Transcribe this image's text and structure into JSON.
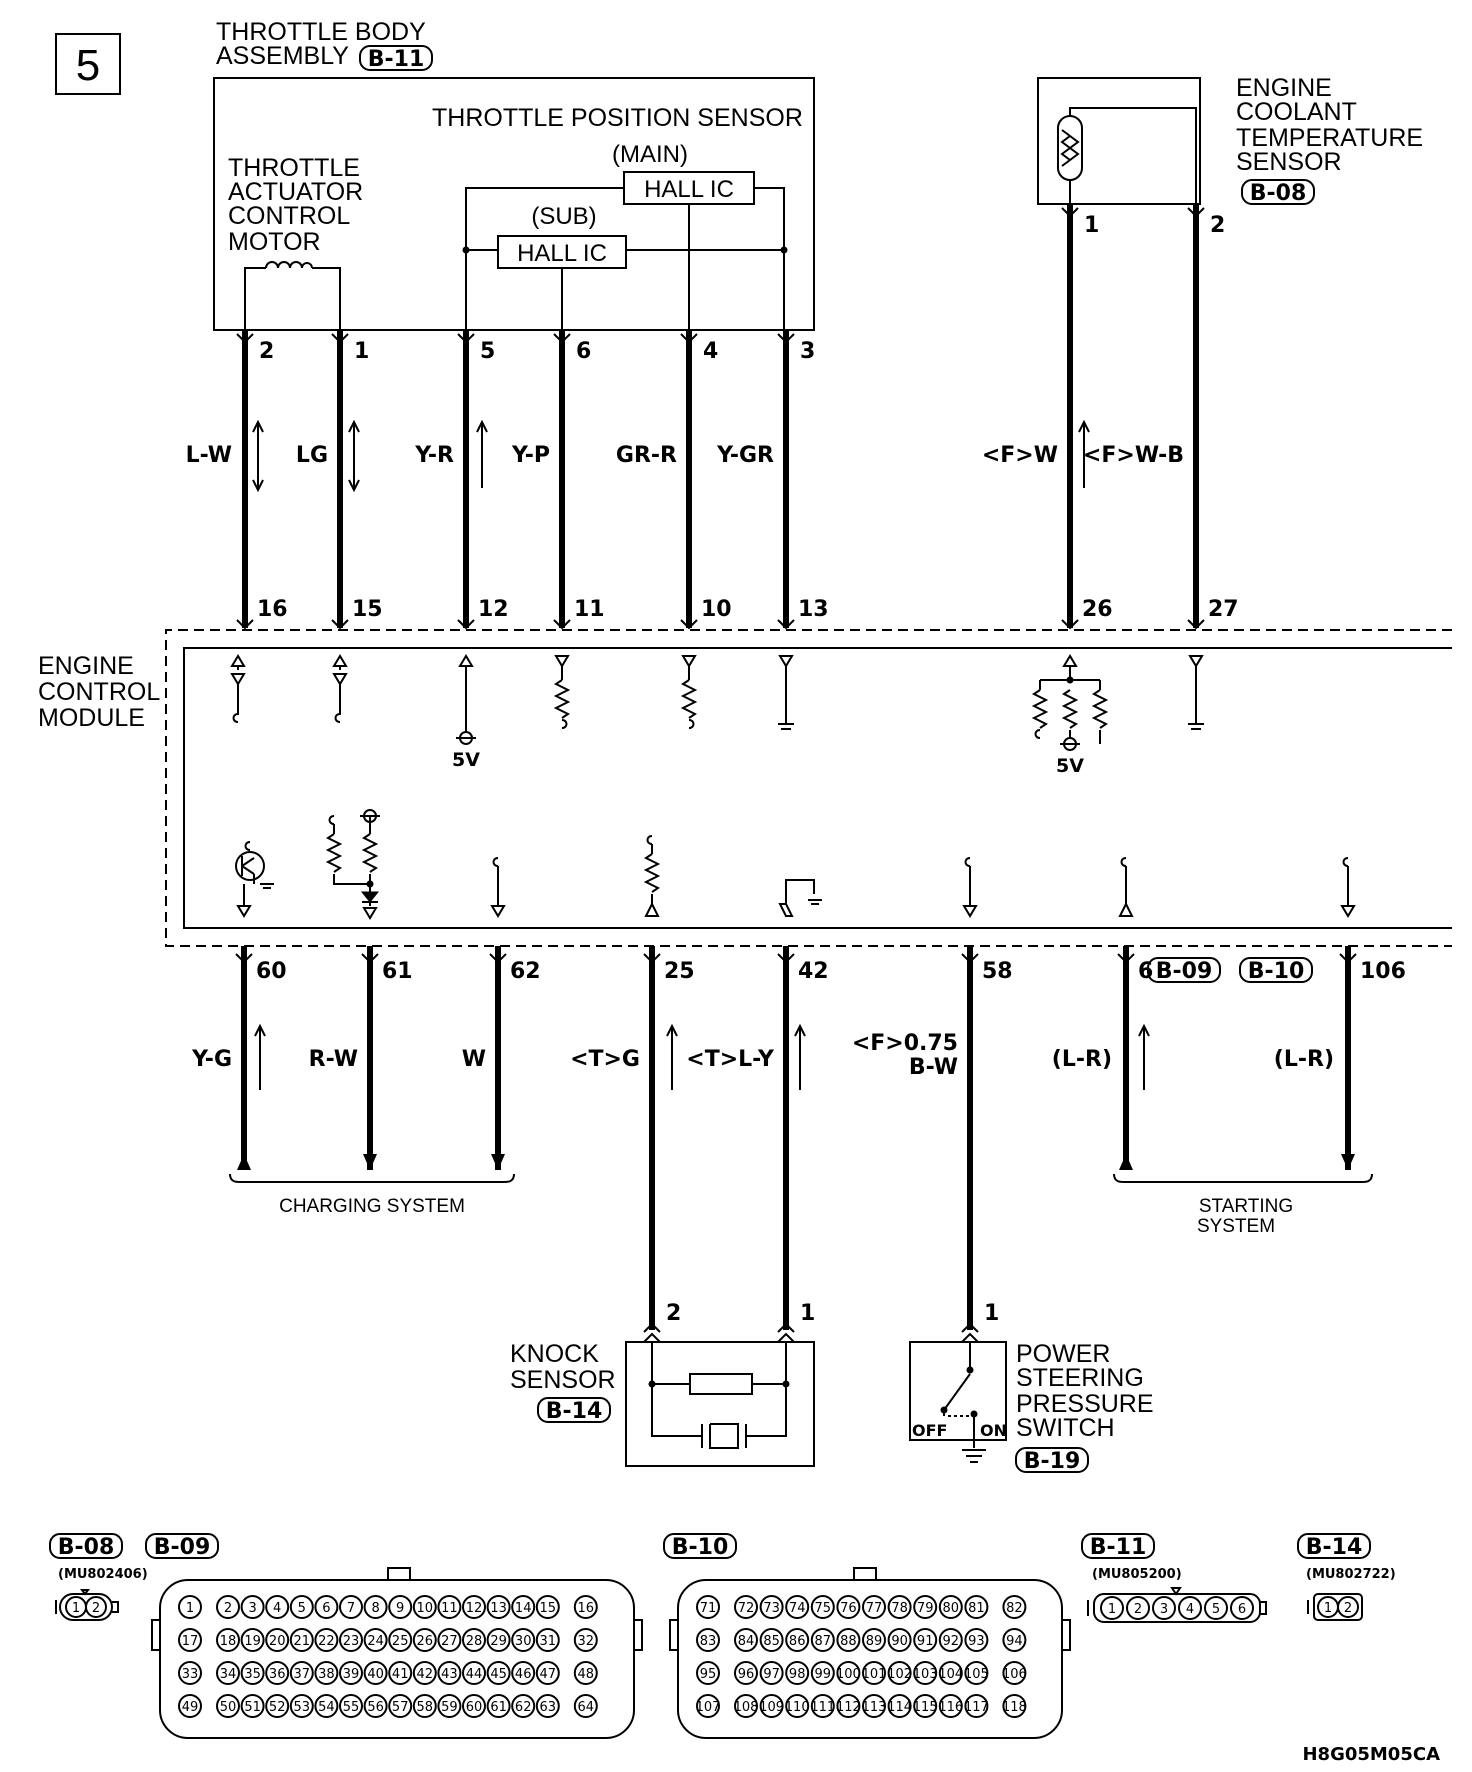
{
  "page_number": "5",
  "diagram_code": "H8G05M05CA",
  "components": {
    "throttle_body": {
      "title_line1": "THROTTLE BODY",
      "title_line2": "ASSEMBLY",
      "connector": "B-11"
    },
    "tps": {
      "title": "THROTTLE POSITION SENSOR",
      "main_label": "(MAIN)",
      "sub_label": "(SUB)",
      "hall_ic": "HALL IC"
    },
    "motor": {
      "line1": "THROTTLE",
      "line2": "ACTUATOR",
      "line3": "CONTROL",
      "line4": "MOTOR"
    },
    "coolant": {
      "line1": "ENGINE",
      "line2": "COOLANT",
      "line3": "TEMPERATURE",
      "line4": "SENSOR",
      "connector": "B-08"
    },
    "ecm": {
      "line1": "ENGINE",
      "line2": "CONTROL",
      "line3": "MODULE"
    },
    "knock": {
      "line1": "KNOCK",
      "line2": "SENSOR",
      "connector": "B-14"
    },
    "ps_switch": {
      "line1": "POWER",
      "line2": "STEERING",
      "line3": "PRESSURE",
      "line4": "SWITCH",
      "connector": "B-19",
      "off": "OFF",
      "on": "ON"
    },
    "charging": "CHARGING SYSTEM",
    "starting_line1": "STARTING",
    "starting_line2": "SYSTEM",
    "voltage": "5V"
  },
  "upper_wires": [
    {
      "comp_pin": "2",
      "ecm_pin": "16",
      "color": "L-W"
    },
    {
      "comp_pin": "1",
      "ecm_pin": "15",
      "color": "LG"
    },
    {
      "comp_pin": "5",
      "ecm_pin": "12",
      "color": "Y-R"
    },
    {
      "comp_pin": "6",
      "ecm_pin": "11",
      "color": "Y-P"
    },
    {
      "comp_pin": "4",
      "ecm_pin": "10",
      "color": "GR-R"
    },
    {
      "comp_pin": "3",
      "ecm_pin": "13",
      "color": "Y-GR"
    },
    {
      "comp_pin": "1",
      "ecm_pin": "26",
      "color": "<F>W"
    },
    {
      "comp_pin": "2",
      "ecm_pin": "27",
      "color": "<F>W-B"
    }
  ],
  "lower_wires": [
    {
      "ecm_pin": "60",
      "color": "Y-G"
    },
    {
      "ecm_pin": "61",
      "color": "R-W"
    },
    {
      "ecm_pin": "62",
      "color": "W"
    },
    {
      "ecm_pin": "25",
      "color": "<T>G",
      "comp_pin": "2"
    },
    {
      "ecm_pin": "42",
      "color": "<T>L-Y",
      "comp_pin": "1"
    },
    {
      "ecm_pin": "58",
      "color_line1": "<F>0.75",
      "color_line2": "B-W",
      "comp_pin": "1"
    },
    {
      "ecm_pin": "6",
      "color": "(L-R)",
      "connector": "B-09"
    },
    {
      "ecm_pin": "106",
      "color": "(L-R)",
      "connector": "B-10"
    }
  ],
  "connector_views": [
    {
      "tag": "B-08",
      "part": "(MU802406)"
    },
    {
      "tag": "B-09"
    },
    {
      "tag": "B-10"
    },
    {
      "tag": "B-11",
      "part": "(MU805200)"
    },
    {
      "tag": "B-14",
      "part": "(MU802722)"
    }
  ]
}
